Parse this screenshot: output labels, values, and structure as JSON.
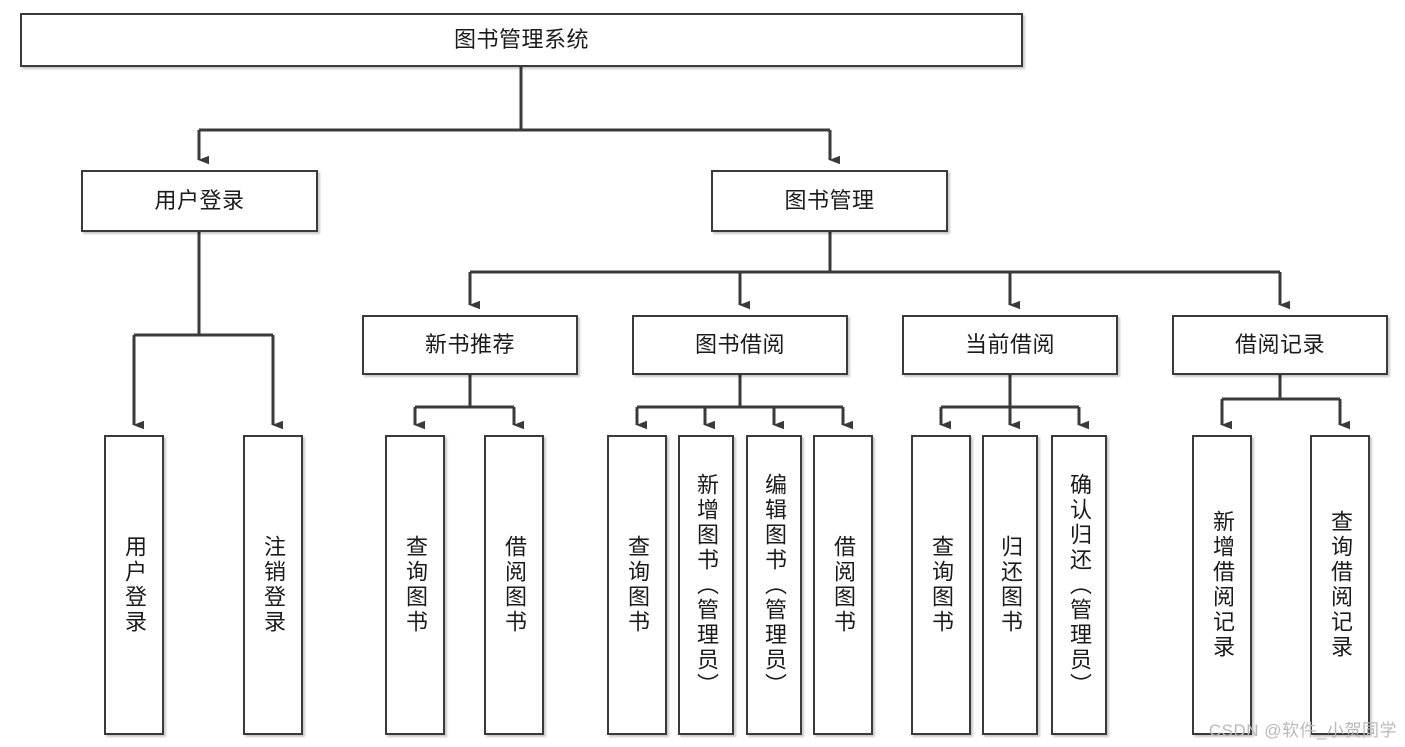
{
  "diagram": {
    "title": "图书管理系统",
    "type": "tree",
    "watermark": "CSDN @软件_小贺同学",
    "colors": {
      "box_border": "#3a3a3a",
      "box_fill": "#ffffff",
      "edge": "#3a3a3a",
      "text": "#1b1b1b",
      "watermark": "#b9b9b9"
    },
    "levels": {
      "root": {
        "label": "图书管理系统"
      },
      "level2": [
        {
          "id": "user-login",
          "label": "用户登录"
        },
        {
          "id": "book-manage",
          "label": "图书管理"
        }
      ],
      "level3": [
        {
          "id": "new-book-recommend",
          "label": "新书推荐",
          "parent": "book-manage"
        },
        {
          "id": "book-borrow",
          "label": "图书借阅",
          "parent": "book-manage"
        },
        {
          "id": "current-borrow",
          "label": "当前借阅",
          "parent": "book-manage"
        },
        {
          "id": "borrow-record",
          "label": "借阅记录",
          "parent": "book-manage"
        }
      ],
      "leaves": [
        {
          "id": "leaf-user-login",
          "label": "用户登录",
          "parent": "user-login"
        },
        {
          "id": "leaf-logout",
          "label": "注销登录",
          "parent": "user-login"
        },
        {
          "id": "leaf-query-book-1",
          "label": "查询图书",
          "parent": "new-book-recommend"
        },
        {
          "id": "leaf-borrow-book-1",
          "label": "借阅图书",
          "parent": "new-book-recommend"
        },
        {
          "id": "leaf-query-book-2",
          "label": "查询图书",
          "parent": "book-borrow"
        },
        {
          "id": "leaf-add-book",
          "label": "新增图书（管理员）",
          "parent": "book-borrow"
        },
        {
          "id": "leaf-edit-book",
          "label": "编辑图书（管理员）",
          "parent": "book-borrow"
        },
        {
          "id": "leaf-borrow-book-2",
          "label": "借阅图书",
          "parent": "book-borrow"
        },
        {
          "id": "leaf-query-book-3",
          "label": "查询图书",
          "parent": "current-borrow"
        },
        {
          "id": "leaf-return-book",
          "label": "归还图书",
          "parent": "current-borrow"
        },
        {
          "id": "leaf-confirm-return",
          "label": "确认归还（管理员）",
          "parent": "current-borrow"
        },
        {
          "id": "leaf-add-record",
          "label": "新增借阅记录",
          "parent": "borrow-record"
        },
        {
          "id": "leaf-query-record",
          "label": "查询借阅记录",
          "parent": "borrow-record"
        }
      ]
    }
  }
}
